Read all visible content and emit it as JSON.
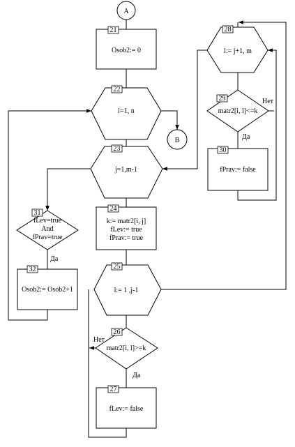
{
  "connectors": {
    "start": "A",
    "end": "B"
  },
  "blocks": {
    "b21": {
      "num": "21",
      "lines": [
        "Osob2:= 0"
      ]
    },
    "b22": {
      "num": "22",
      "lines": [
        "i=1, n"
      ]
    },
    "b23": {
      "num": "23",
      "lines": [
        "j=1,m-1"
      ]
    },
    "b24": {
      "num": "24",
      "lines": [
        "k:= matr2[i, j]",
        "fLev:= true",
        "fPrav:= true"
      ]
    },
    "b25": {
      "num": "25",
      "lines": [
        "l:= 1 ,j-1"
      ]
    },
    "b26": {
      "num": "26",
      "lines": [
        "matr2[i, l]>=k"
      ]
    },
    "b27": {
      "num": "27",
      "lines": [
        "fLev:= false"
      ]
    },
    "b28": {
      "num": "28",
      "lines": [
        "l:= j+1, m"
      ]
    },
    "b29": {
      "num": "29",
      "lines": [
        "matr2[i, l]<=k"
      ]
    },
    "b30": {
      "num": "30",
      "lines": [
        "fPrav:= false"
      ]
    },
    "b31": {
      "num": "31",
      "lines": [
        "fLev=true",
        "And",
        "fPrav=true"
      ]
    },
    "b32": {
      "num": "32",
      "lines": [
        "Osob2:= Osob2+1"
      ]
    }
  },
  "branch_labels": {
    "yes": "Да",
    "no": "Нет"
  }
}
